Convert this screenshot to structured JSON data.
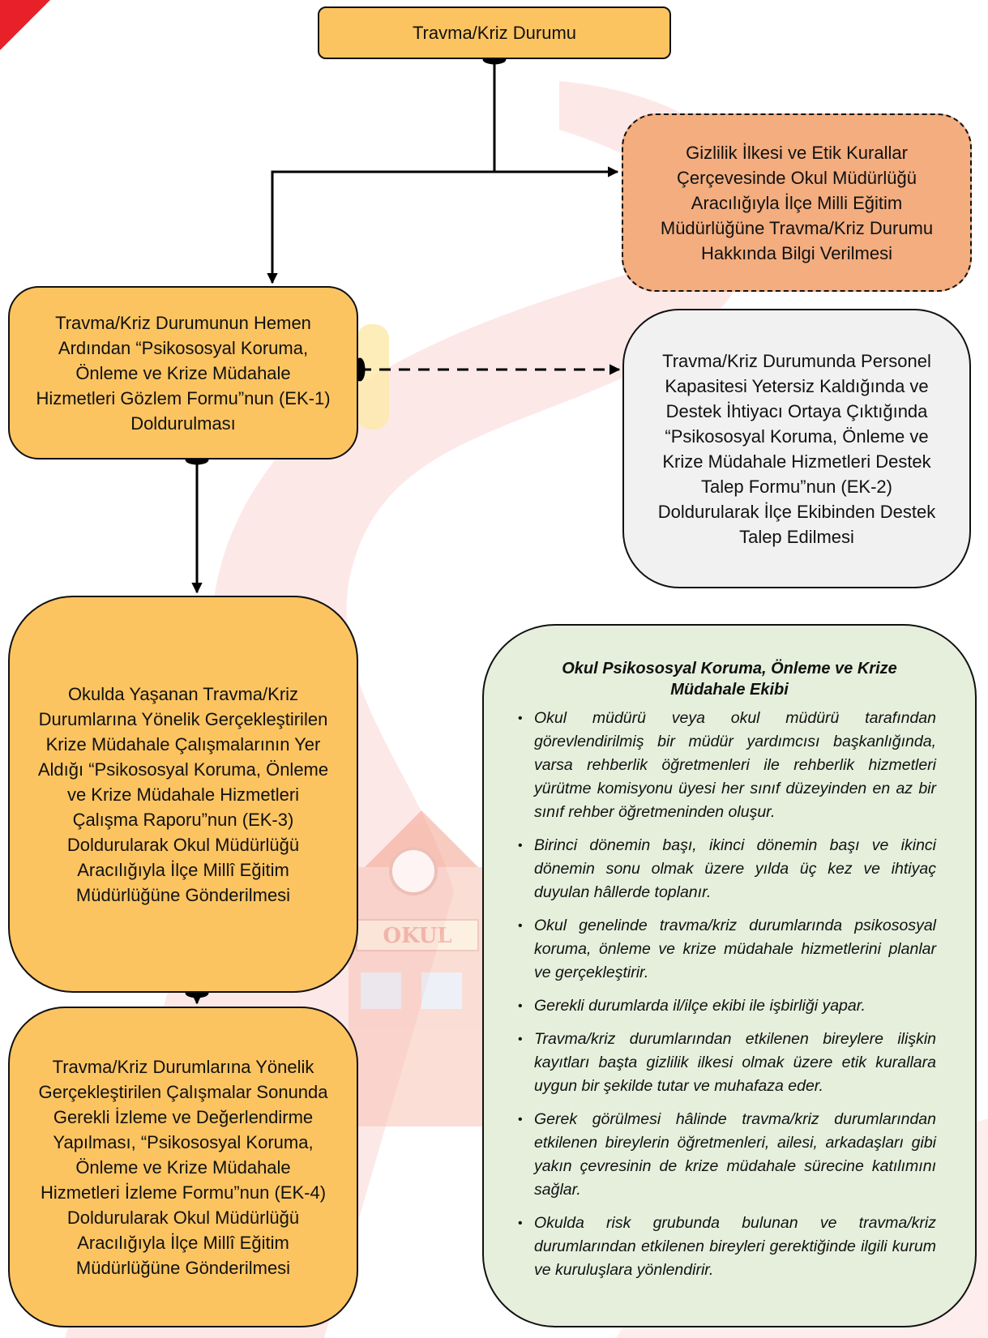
{
  "boxes": {
    "top": "Travma/Kriz Durumu",
    "notify": "Gizlilik İlkesi ve Etik Kurallar Çerçevesinde Okul Müdürlüğü Aracılığıyla İlçe Milli Eğitim Müdürlüğüne Travma/Kriz Durumu Hakkında Bilgi Verilmesi",
    "observe": "Travma/Kriz Durumunun Hemen Ardından “Psikososyal Koruma, Önleme ve Krize Müdahale Hizmetleri Gözlem Formu”nun (EK-1) Doldurulması",
    "support": "Travma/Kriz Durumunda Personel Kapasitesi Yetersiz Kaldığında ve Destek İhtiyacı Ortaya Çıktığında “Psikososyal Koruma, Önleme ve Krize Müdahale Hizmetleri Destek Talep Formu”nun (EK-2) Doldurularak İlçe Ekibinden Destek Talep Edilmesi",
    "report": "Okulda Yaşanan Travma/Kriz Durumlarına Yönelik Gerçekleştirilen Krize Müdahale Çalışmalarının Yer Aldığı “Psikososyal Koruma, Önleme ve Krize Müdahale Hizmetleri Çalışma Raporu”nun (EK-3) Doldurularak Okul Müdürlüğü Aracılığıyla İlçe Millî Eğitim Müdürlüğüne Gönderilmesi",
    "monitor": "Travma/Kriz Durumlarına Yönelik Gerçekleştirilen Çalışmalar Sonunda Gerekli İzleme ve Değerlendirme Yapılması, “Psikososyal Koruma, Önleme ve Krize Müdahale Hizmetleri İzleme Formu”nun (EK-4) Doldurularak Okul Müdürlüğü Aracılığıyla İlçe Millî Eğitim Müdürlüğüne Gönderilmesi"
  },
  "team": {
    "title": "Okul Psikososyal Koruma, Önleme ve Krize Müdahale Ekibi",
    "items": [
      "Okul müdürü veya okul müdürü tarafından görevlendirilmiş bir müdür yardımcısı başkanlığında, varsa rehberlik öğretmenleri ile rehberlik hizmetleri yürütme komisyonu üyesi her sınıf düzeyinden en az bir sınıf rehber öğretmeninden oluşur.",
      "Birinci dönemin başı, ikinci dönemin başı ve ikinci dönemin sonu olmak üzere yılda üç kez ve ihtiyaç duyulan hâllerde toplanır.",
      "Okul genelinde travma/kriz durumlarında psikososyal koruma, önleme ve krize müdahale hizmetlerini planlar ve gerçekleştirir.",
      "Gerekli durumlarda il/ilçe ekibi ile işbirliği yapar.",
      "Travma/kriz durumlarından etkilenen bireylere ilişkin kayıtları başta gizlilik ilkesi olmak üzere etik kurallara uygun bir şekilde tutar ve muhafaza eder.",
      "Gerek görülmesi hâlinde travma/kriz durumlarından etkilenen bireylerin öğretmenleri, ailesi, arkadaşları gibi yakın çevresinin de krize müdahale sürecine katılımını sağlar.",
      "Okulda risk grubunda bulunan ve travma/kriz durumlarından etkilenen bireyleri gerektiğinde ilgili kurum ve kuruluşlara yönlendirir."
    ]
  },
  "background": {
    "school_sign": "OKUL"
  },
  "colors": {
    "step_fill": "#fcc461",
    "notify_fill": "#f3ad7f",
    "support_fill": "#f1f1f1",
    "team_fill": "#e6efdc",
    "accent_red": "#e8202a"
  }
}
